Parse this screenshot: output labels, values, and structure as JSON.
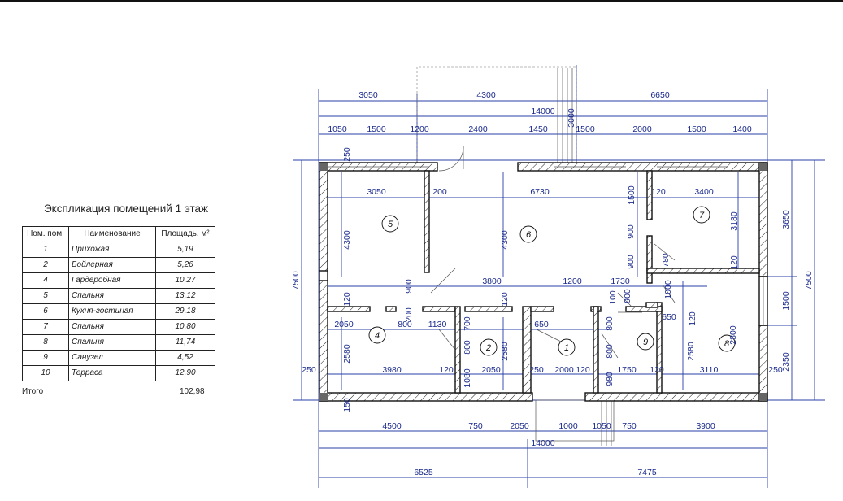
{
  "explication": {
    "title": "Экспликация помещений 1 этаж",
    "headers": [
      "Ном. пом.",
      "Наименование",
      "Площадь, м²"
    ],
    "rows": [
      {
        "num": "1",
        "name": "Прихожая",
        "area": "5,19"
      },
      {
        "num": "2",
        "name": "Бойлерная",
        "area": "5,26"
      },
      {
        "num": "4",
        "name": "Гардеробная",
        "area": "10,27"
      },
      {
        "num": "5",
        "name": "Спальня",
        "area": "13,12"
      },
      {
        "num": "6",
        "name": "Кухня-гостиная",
        "area": "29,18"
      },
      {
        "num": "7",
        "name": "Спальня",
        "area": "10,80"
      },
      {
        "num": "8",
        "name": "Спальня",
        "area": "11,74"
      },
      {
        "num": "9",
        "name": "Санузел",
        "area": "4,52"
      },
      {
        "num": "10",
        "name": "Терраса",
        "area": "12,90"
      }
    ],
    "total_label": "Итого",
    "total_value": "102,98"
  },
  "plan": {
    "top_dims_row1": [
      "3050",
      "4300",
      "6650"
    ],
    "top_overall": "14000",
    "top_extension": "3000",
    "top_dims_row2": [
      "1050",
      "1500",
      "1200",
      "2400",
      "1450",
      "1500",
      "2000",
      "1500",
      "1400"
    ],
    "bottom_dims_row1": [
      "4500",
      "750",
      "2050",
      "1000",
      "1050",
      "750",
      "3900"
    ],
    "bottom_overall": "14000",
    "bottom_dims_row2": [
      "6525",
      "7475"
    ],
    "left_overall": "7500",
    "right_overall": "7500",
    "right_dims": [
      "3650",
      "1500",
      "2350"
    ],
    "interior_dims": [
      "250",
      "3050",
      "200",
      "6730",
      "1500",
      "120",
      "3400",
      "4300",
      "4300",
      "900",
      "3180",
      "900",
      "780",
      "120",
      "900",
      "3800",
      "1200",
      "1730",
      "100",
      "900",
      "1000",
      "120",
      "120",
      "200",
      "2050",
      "800",
      "1130",
      "700",
      "650",
      "800",
      "650",
      "120",
      "2580",
      "2580",
      "2580",
      "800",
      "800",
      "2800",
      "250",
      "3980",
      "120",
      "1080",
      "2050",
      "250",
      "2000",
      "120",
      "980",
      "1750",
      "120",
      "3110",
      "250",
      "150"
    ],
    "rooms": [
      "1",
      "2",
      "4",
      "5",
      "6",
      "7",
      "8",
      "9"
    ]
  }
}
